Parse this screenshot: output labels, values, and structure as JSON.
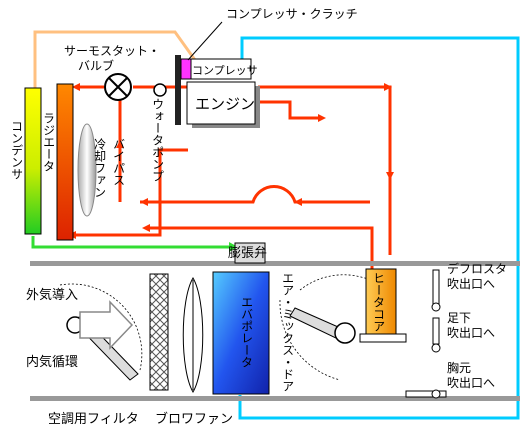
{
  "labels": {
    "compressor_clutch": "コンプレッサ・クラッチ",
    "thermostat_valve_line1": "サーモスタット・",
    "thermostat_valve_line2": "バルブ",
    "compressor": "コンプレッサ",
    "engine": "エンジン",
    "water_pump": "ウォータポンプ",
    "condenser": "コンデンサ",
    "radiator": "ラジエータ",
    "cooling_fan": "冷却ファン",
    "bypass": "バイパス",
    "expansion_valve": "膨張弁",
    "outside_air": "外気導入",
    "recirculation": "内気循環",
    "evaporator": "エバポレータ",
    "air_mix_door": "エア・ミックス・ドア",
    "heater_core": "ヒータコア",
    "defroster_outlet_line1": "デフロスタ",
    "defroster_outlet_line2": "吹出口へ",
    "foot_outlet_line1": "足下",
    "foot_outlet_line2": "吹出口へ",
    "chest_outlet_line1": "胸元",
    "chest_outlet_line2": "吹出口へ",
    "ac_filter": "空調用フィルタ",
    "blower_fan": "ブロワファン"
  },
  "colors": {
    "coolant_line": "#ff3300",
    "refrigerant_cold_line": "#00ccff",
    "refrigerant_liquid_line": "#33dd33",
    "thermo_line": "#ffc080",
    "compressor_box": "#ff33ff",
    "heater_core": "#ffaa33",
    "duct": "#999999"
  }
}
